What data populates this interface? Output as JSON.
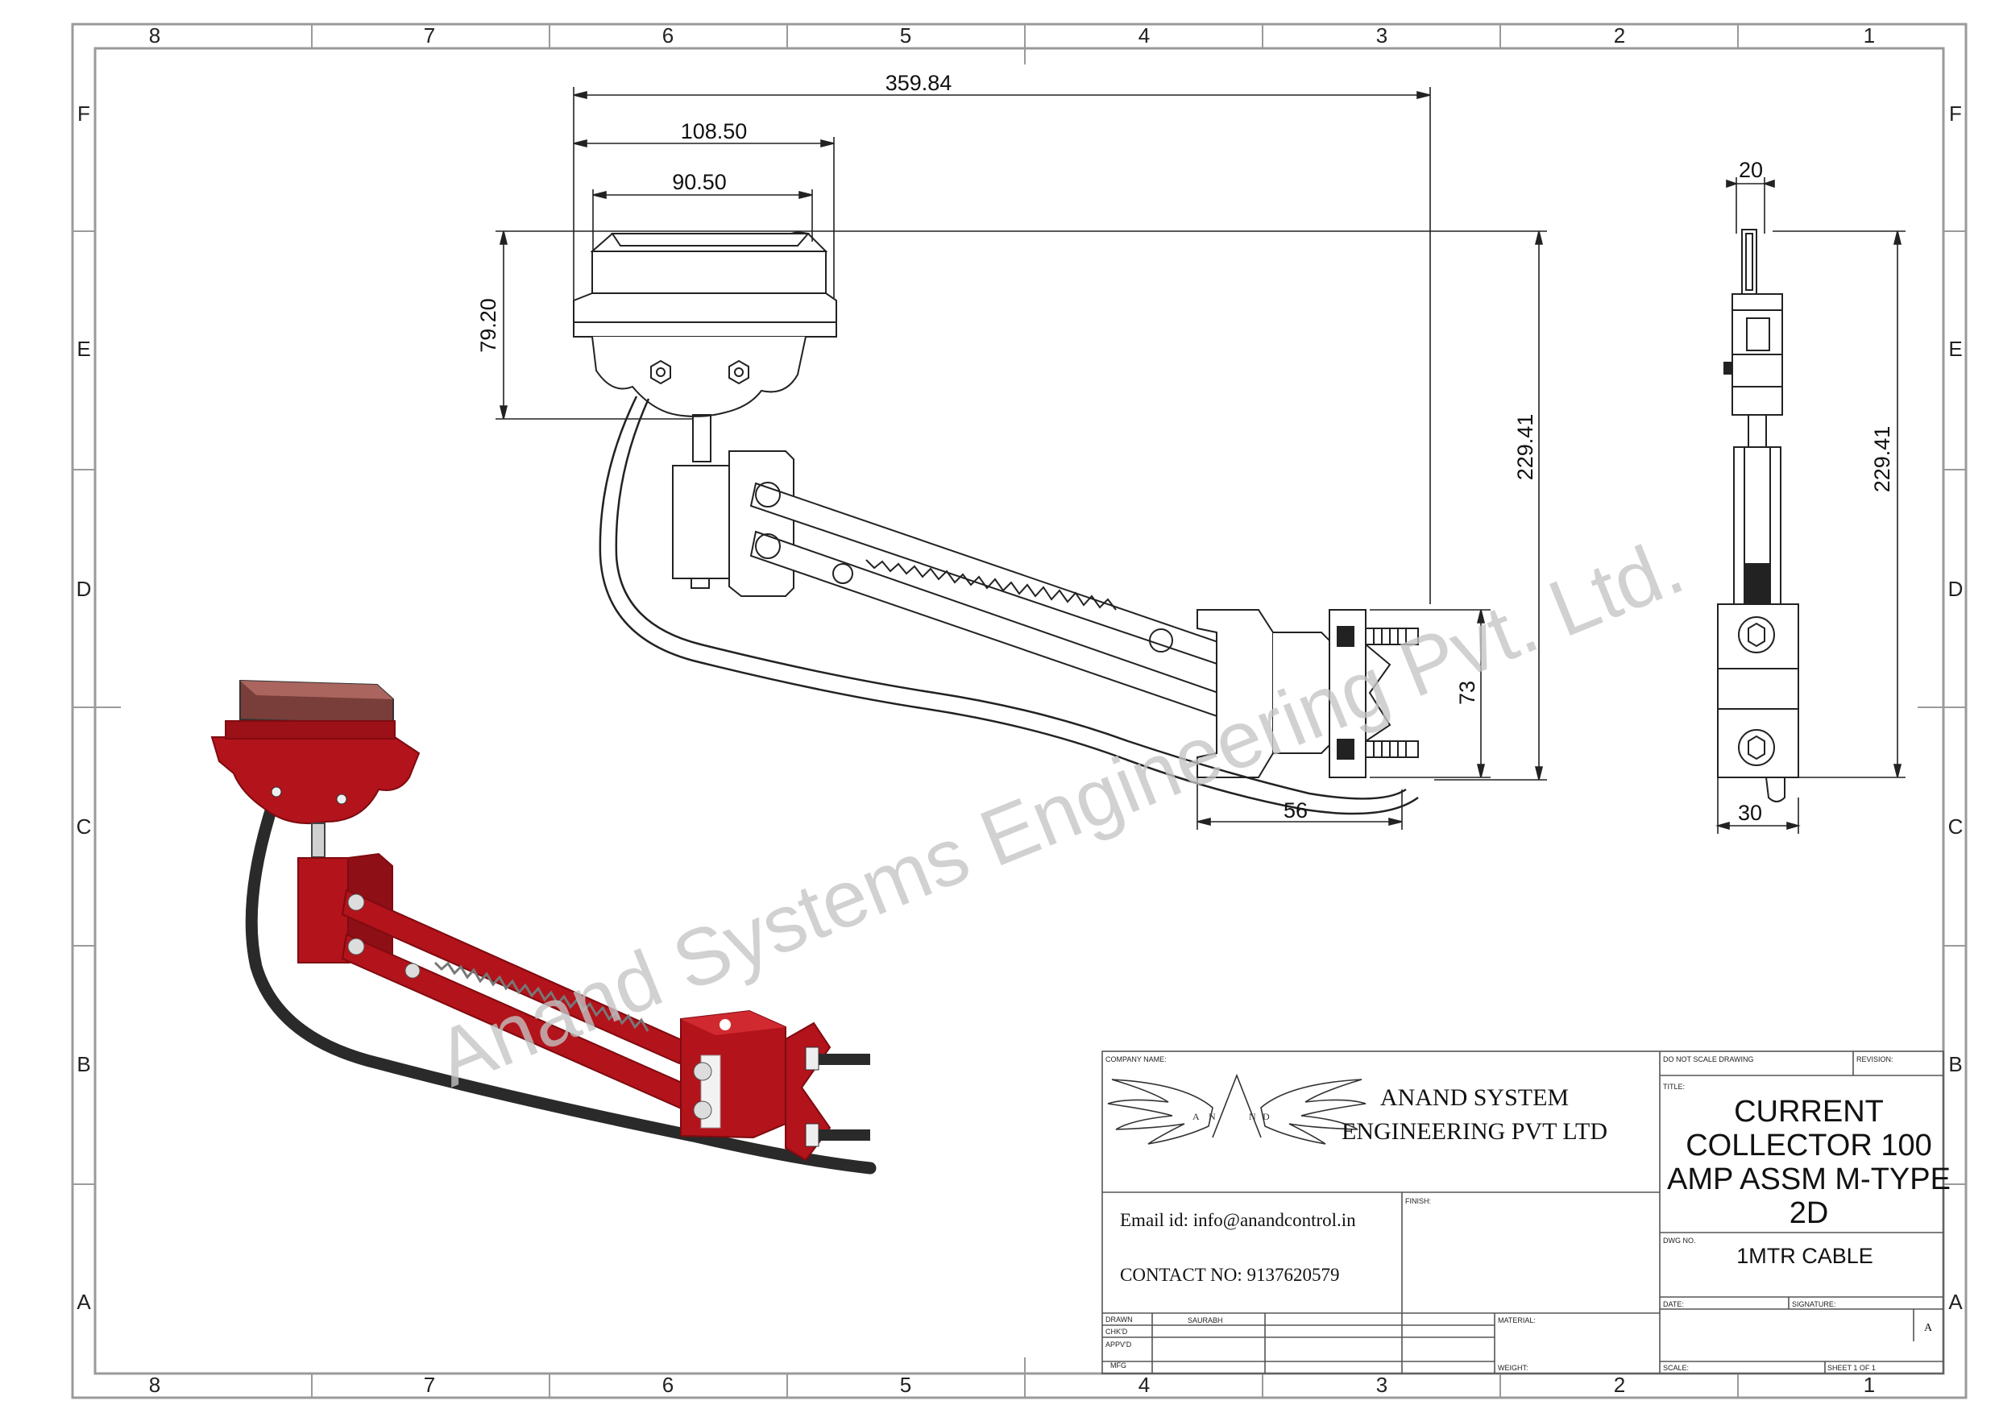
{
  "border": {
    "cols": [
      "8",
      "7",
      "6",
      "5",
      "4",
      "3",
      "2",
      "1"
    ],
    "rows": [
      "F",
      "E",
      "D",
      "C",
      "B",
      "A"
    ]
  },
  "dimensions": {
    "overall_width": "359.84",
    "head_width": "108.50",
    "head_inner": "90.50",
    "head_height": "79.20",
    "total_height": "229.41",
    "bracket_height": "73",
    "bracket_width": "56",
    "side_top_width": "20",
    "side_height": "229.41",
    "side_bottom_width": "30"
  },
  "watermark": "Anand Systems Engineering Pvt. Ltd.",
  "title_block": {
    "company_label": "COMPANY NAME:",
    "company_name_1": "ANAND SYSTEM",
    "company_name_2": "ENGINEERING PVT LTD",
    "logo_letters": [
      "A",
      "N",
      "N",
      "D"
    ],
    "email": "Email id: info@anandcontrol.in",
    "contact": "CONTACT NO: 9137620579",
    "finish_label": "FINISH:",
    "do_not_scale": "DO NOT SCALE DRAWING",
    "revision_label": "REVISION:",
    "title_label": "TITLE:",
    "title_lines": [
      "CURRENT",
      "COLLECTOR 100",
      "AMP ASSM M-TYPE",
      "2D"
    ],
    "dwg_label": "DWG NO.",
    "dwg_no": "1MTR CABLE",
    "drawn_label": "DRAWN",
    "drawn_by": "SAURABH",
    "chkd_label": "CHK'D",
    "appvd_label": "APPV'D",
    "mfg_label": "MFG",
    "material_label": "MATERIAL:",
    "weight_label": "WEIGHT:",
    "date_label": "DATE:",
    "signature_label": "SIGNATURE:",
    "size": "A",
    "scale_label": "SCALE:",
    "sheet": "SHEET 1 OF 1"
  },
  "colors": {
    "red_part": "#b3131b",
    "red_dark": "#7e0b10",
    "cable": "#2a2a2a",
    "watermark": "#c4c4c4"
  }
}
